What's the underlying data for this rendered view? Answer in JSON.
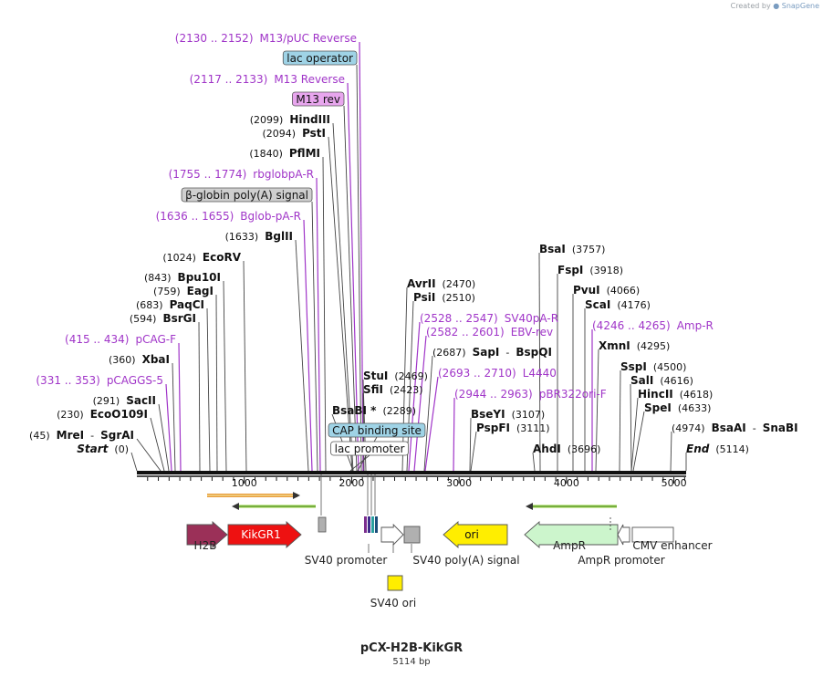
{
  "plasmid": {
    "name": "pCX-H2B-KikGR",
    "length_label": "5114 bp",
    "length": 5114
  },
  "credit": {
    "prefix": "Created by",
    "brand": "SnapGene"
  },
  "colors": {
    "primer": "#a035c8",
    "site": "#111111",
    "backbone": "#111111",
    "h2b": "#9b3058",
    "kikgr": "#ee1111",
    "ori": "#ffee00",
    "ampr": "#ccf5cc",
    "promoter_box": "#ffffff",
    "polyA": "#b0b0b0",
    "sv40ori": "#ffee00",
    "lac_operator": "#9fd3e6",
    "m13_rev": "#e8a6ee",
    "globin": "#cfcfcf",
    "cap_site": "#9fd3e6",
    "orange_arrow": "#e89a3a",
    "green_arrow": "#5a9a20"
  },
  "ticks": [
    "1000",
    "2000",
    "3000",
    "4000",
    "5000"
  ],
  "labels": [
    {
      "kind": "primer",
      "range": "(2130 .. 2152)",
      "name": "M13/pUC Reverse"
    },
    {
      "kind": "box",
      "name": "lac operator",
      "color": "#9fd3e6"
    },
    {
      "kind": "primer",
      "range": "(2117 .. 2133)",
      "name": "M13 Reverse"
    },
    {
      "kind": "box",
      "name": "M13 rev",
      "color": "#e8a6ee"
    },
    {
      "kind": "site",
      "pos": "(2099)",
      "name": "HindIII"
    },
    {
      "kind": "site",
      "pos": "(2094)",
      "name": "PstI"
    },
    {
      "kind": "site",
      "pos": "(1840)",
      "name": "PflMI"
    },
    {
      "kind": "primer",
      "range": "(1755 .. 1774)",
      "name": "rbglobpA-R"
    },
    {
      "kind": "box",
      "name": "β-globin poly(A) signal",
      "color": "#cfcfcf"
    },
    {
      "kind": "primer",
      "range": "(1636 .. 1655)",
      "name": "Bglob-pA-R"
    },
    {
      "kind": "site",
      "pos": "(1633)",
      "name": "BglII"
    },
    {
      "kind": "site",
      "pos": "(1024)",
      "name": "EcoRV"
    },
    {
      "kind": "site",
      "pos": "(843)",
      "name": "Bpu10I"
    },
    {
      "kind": "site",
      "pos": "(759)",
      "name": "EagI"
    },
    {
      "kind": "site",
      "pos": "(683)",
      "name": "PaqCI"
    },
    {
      "kind": "site",
      "pos": "(594)",
      "name": "BsrGI"
    },
    {
      "kind": "primer",
      "range": "(415 .. 434)",
      "name": "pCAG-F"
    },
    {
      "kind": "site",
      "pos": "(360)",
      "name": "XbaI"
    },
    {
      "kind": "primer",
      "range": "(331 .. 353)",
      "name": "pCAGGS-5"
    },
    {
      "kind": "site",
      "pos": "(291)",
      "name": "SacII"
    },
    {
      "kind": "site",
      "pos": "(230)",
      "name": "EcoO109I"
    },
    {
      "kind": "site2",
      "pos": "(45)",
      "name": "MreI",
      "name2": "SgrAI"
    },
    {
      "kind": "end",
      "pos": "(0)",
      "name": "Start"
    },
    {
      "kind": "site",
      "pos": "(2469)",
      "name": "StuI"
    },
    {
      "kind": "site",
      "pos": "(2423)",
      "name": "SfiI"
    },
    {
      "kind": "site",
      "pos": "(2289)",
      "name": "BsaBI *"
    },
    {
      "kind": "box",
      "name": "CAP binding site",
      "color": "#9fd3e6"
    },
    {
      "kind": "box",
      "name": "lac promoter",
      "color": "#ffffff"
    },
    {
      "kind": "site",
      "pos": "(2470)",
      "name": "AvrII"
    },
    {
      "kind": "site",
      "pos": "(2510)",
      "name": "PsiI"
    },
    {
      "kind": "primer",
      "range": "(2528 .. 2547)",
      "name": "SV40pA-R"
    },
    {
      "kind": "primer",
      "range": "(2582 .. 2601)",
      "name": "EBV-rev"
    },
    {
      "kind": "site2",
      "pos": "(2687)",
      "name": "SapI",
      "name2": "BspQI"
    },
    {
      "kind": "primer",
      "range": "(2693 .. 2710)",
      "name": "L4440"
    },
    {
      "kind": "primer",
      "range": "(2944 .. 2963)",
      "name": "pBR322ori-F"
    },
    {
      "kind": "site",
      "pos": "(3107)",
      "name": "BseYI"
    },
    {
      "kind": "site",
      "pos": "(3111)",
      "name": "PspFI"
    },
    {
      "kind": "site",
      "pos": "(3757)",
      "name": "BsaI"
    },
    {
      "kind": "site",
      "pos": "(3918)",
      "name": "FspI"
    },
    {
      "kind": "site",
      "pos": "(4066)",
      "name": "PvuI"
    },
    {
      "kind": "site",
      "pos": "(4176)",
      "name": "ScaI"
    },
    {
      "kind": "primer",
      "range": "(4246 .. 4265)",
      "name": "Amp-R"
    },
    {
      "kind": "site",
      "pos": "(4295)",
      "name": "XmnI"
    },
    {
      "kind": "site",
      "pos": "(4500)",
      "name": "SspI"
    },
    {
      "kind": "site",
      "pos": "(4616)",
      "name": "SalI"
    },
    {
      "kind": "site",
      "pos": "(4618)",
      "name": "HincII"
    },
    {
      "kind": "site",
      "pos": "(4633)",
      "name": "SpeI"
    },
    {
      "kind": "site2",
      "pos": "(4974)",
      "name": "BsaAI",
      "name2": "SnaBI"
    },
    {
      "kind": "site",
      "pos": "(3696)",
      "name": "AhdI"
    },
    {
      "kind": "end",
      "pos": "(5114)",
      "name": "End"
    }
  ],
  "features": [
    {
      "name": "H2B",
      "label": "H2B",
      "color": "#9b3058",
      "dir": "fwd"
    },
    {
      "name": "KikGR1",
      "label": "KikGR1",
      "color": "#ee1111",
      "dir": "fwd"
    },
    {
      "name": "SV40 promoter",
      "label": "SV40 promoter",
      "color": "#ffffff",
      "dir": "fwd"
    },
    {
      "name": "SV40 poly(A) signal",
      "label": "SV40 poly(A) signal",
      "color": "#b0b0b0",
      "dir": "none"
    },
    {
      "name": "ori",
      "label": "ori",
      "color": "#ffee00",
      "dir": "rev"
    },
    {
      "name": "AmpR",
      "label": "AmpR",
      "color": "#ccf5cc",
      "dir": "rev"
    },
    {
      "name": "AmpR promoter",
      "label": "AmpR promoter",
      "color": "#ffffff",
      "dir": "rev"
    },
    {
      "name": "CMV enhancer",
      "label": "CMV enhancer",
      "color": "#ffffff",
      "dir": "none"
    },
    {
      "name": "SV40 ori",
      "label": "SV40 ori",
      "color": "#ffee00",
      "dir": "none"
    }
  ]
}
